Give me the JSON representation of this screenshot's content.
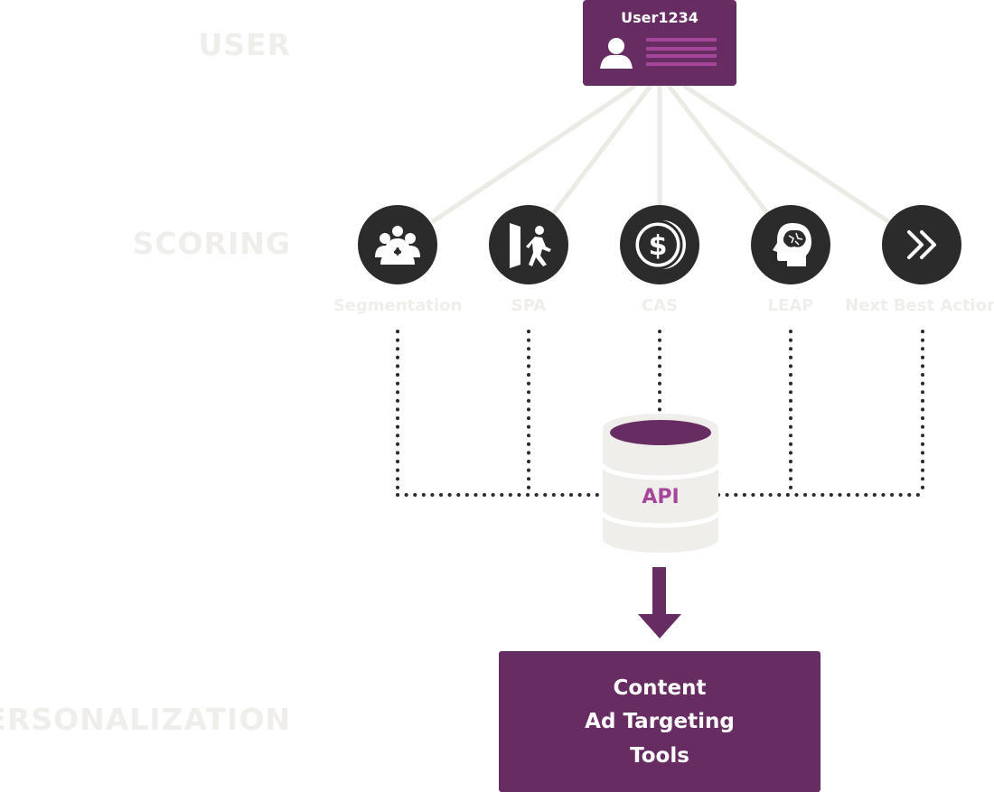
{
  "row_labels": {
    "user": "USER",
    "scoring": "SCORING",
    "personalization": "PERSONALIZATION"
  },
  "user": {
    "name": "User1234",
    "icon": "person-icon"
  },
  "scoring": [
    {
      "label": "Segmentation",
      "icon": "group-icon"
    },
    {
      "label": "SPA",
      "icon": "exit-door-icon"
    },
    {
      "label": "CAS",
      "icon": "dollar-coin-icon"
    },
    {
      "label": "LEAP",
      "icon": "brain-head-icon"
    },
    {
      "label": "Next Best Action",
      "icon": "double-chevron-right-icon"
    }
  ],
  "api": {
    "label": "API",
    "icon": "database-icon"
  },
  "personalization": {
    "lines": [
      "Content",
      "Ad Targeting",
      "Tools"
    ]
  },
  "colors": {
    "brand_purple": "#672d62",
    "accent_purple": "#a4479b",
    "dark_circle": "#2b2b2b",
    "light_gray": "#efeeea",
    "connector": "#ebeae5",
    "dotted": "#2b2b2b"
  }
}
